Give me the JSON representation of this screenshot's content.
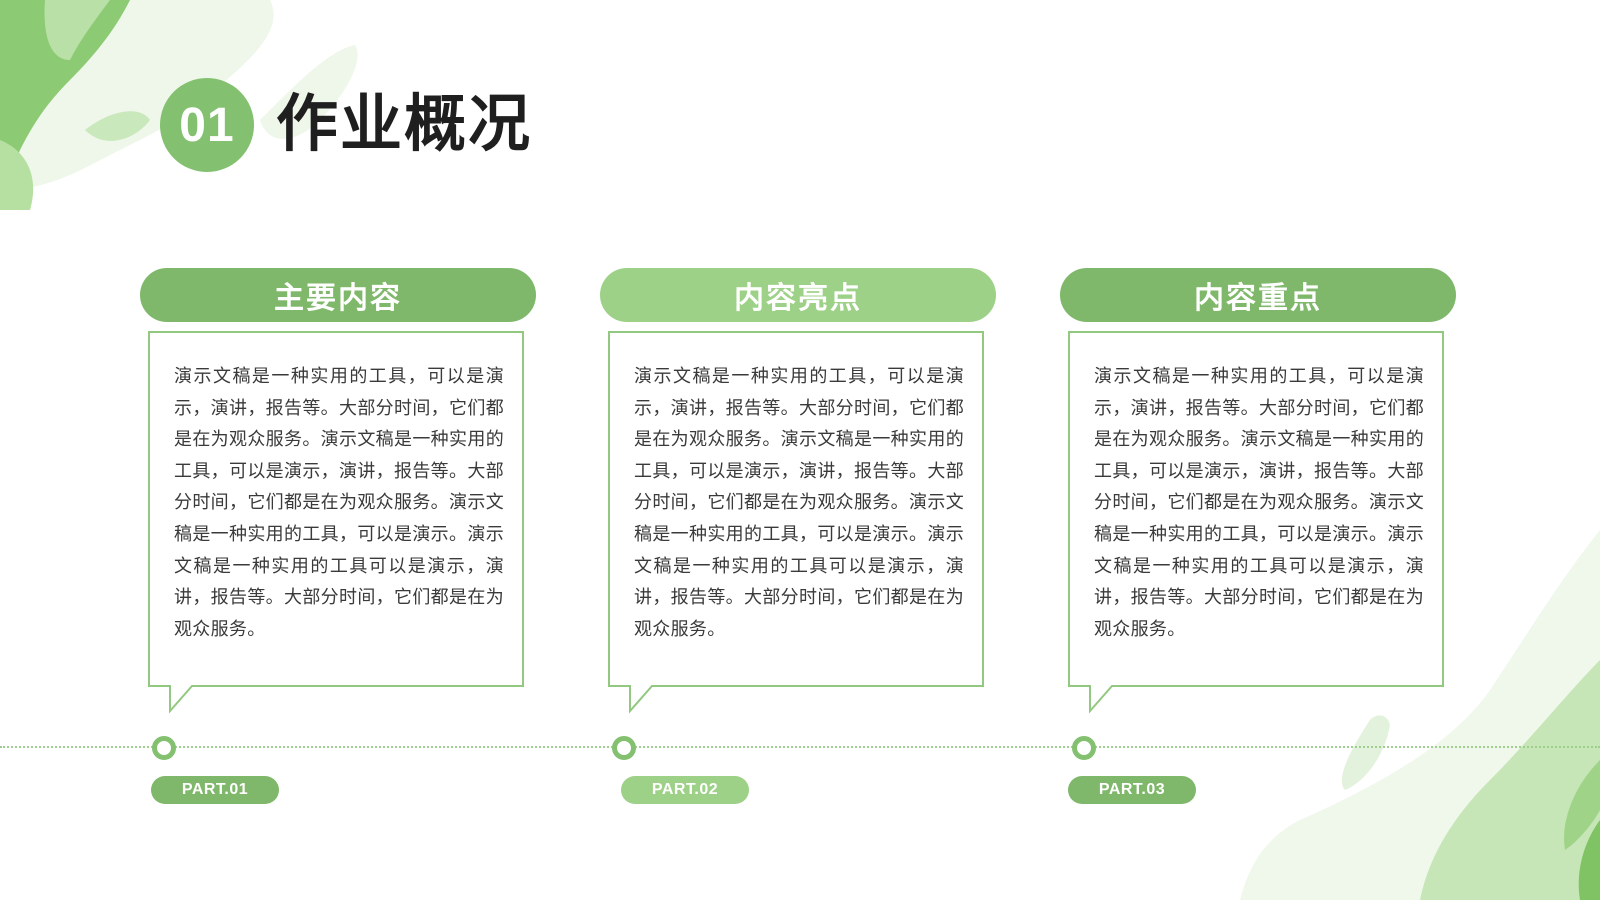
{
  "section": {
    "number": "01",
    "title": "作业概况"
  },
  "theme": {
    "primary": "#7fb86a",
    "secondary": "#9dd187",
    "border": "#93c880"
  },
  "cards": [
    {
      "header": "主要内容",
      "body": "演示文稿是一种实用的工具，可以是演示，演讲，报告等。大部分时间，它们都是在为观众服务。演示文稿是一种实用的工具，可以是演示，演讲，报告等。大部分时间，它们都是在为观众服务。演示文稿是一种实用的工具，可以是演示。演示文稿是一种实用的工具可以是演示，演讲，报告等。大部分时间，它们都是在为观众服务。",
      "part": "PART.01"
    },
    {
      "header": "内容亮点",
      "body": "演示文稿是一种实用的工具，可以是演示，演讲，报告等。大部分时间，它们都是在为观众服务。演示文稿是一种实用的工具，可以是演示，演讲，报告等。大部分时间，它们都是在为观众服务。演示文稿是一种实用的工具，可以是演示。演示文稿是一种实用的工具可以是演示，演讲，报告等。大部分时间，它们都是在为观众服务。",
      "part": "PART.02"
    },
    {
      "header": "内容重点",
      "body": "演示文稿是一种实用的工具，可以是演示，演讲，报告等。大部分时间，它们都是在为观众服务。演示文稿是一种实用的工具，可以是演示，演讲，报告等。大部分时间，它们都是在为观众服务。演示文稿是一种实用的工具，可以是演示。演示文稿是一种实用的工具可以是演示，演讲，报告等。大部分时间，它们都是在为观众服务。",
      "part": "PART.03"
    }
  ]
}
